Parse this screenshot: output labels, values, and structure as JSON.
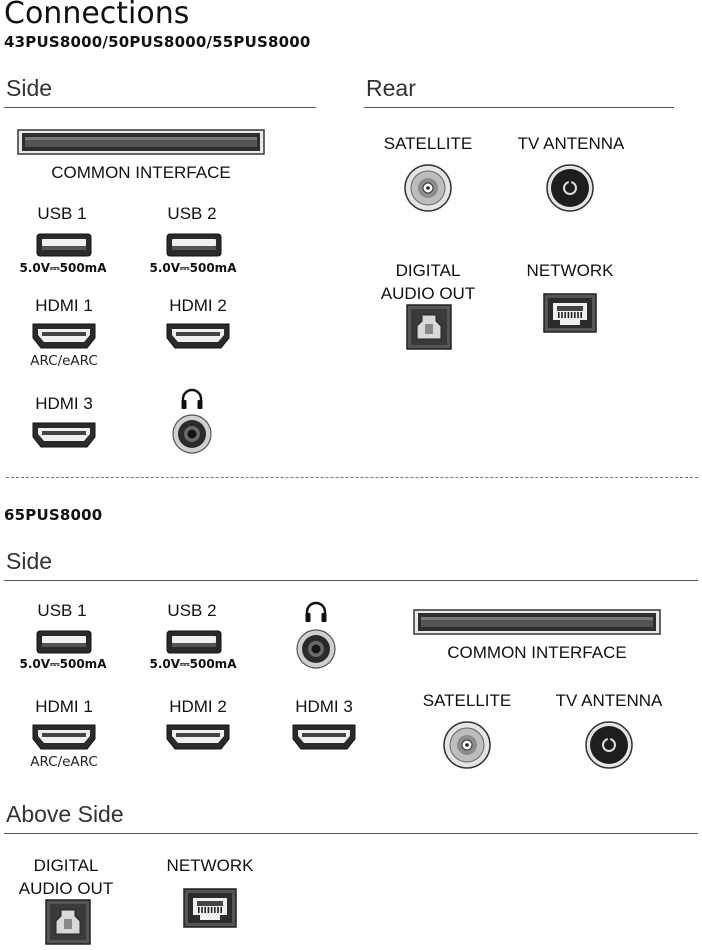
{
  "title": "Connections",
  "group1": {
    "models": "43PUS8000/50PUS8000/55PUS8000",
    "side": {
      "heading": "Side",
      "common_interface": "COMMON INTERFACE",
      "usb1": "USB 1",
      "usb2": "USB 2",
      "usb1_spec": "5.0V⎓500mA",
      "usb2_spec": "5.0V⎓500mA",
      "hdmi1": "HDMI 1",
      "hdmi1_sub": "ARC/eARC",
      "hdmi2": "HDMI 2",
      "hdmi3": "HDMI 3",
      "headphone_icon": "headphones-icon"
    },
    "rear": {
      "heading": "Rear",
      "satellite": "SATELLITE",
      "tv_antenna": "TV ANTENNA",
      "digital_audio_out_1": "DIGITAL",
      "digital_audio_out_2": "AUDIO OUT",
      "network": "NETWORK"
    }
  },
  "group2": {
    "models": "65PUS8000",
    "side": {
      "heading": "Side",
      "usb1": "USB 1",
      "usb2": "USB 2",
      "usb1_spec": "5.0V⎓500mA",
      "usb2_spec": "5.0V⎓500mA",
      "common_interface": "COMMON INTERFACE",
      "hdmi1": "HDMI 1",
      "hdmi1_sub": "ARC/eARC",
      "hdmi2": "HDMI 2",
      "hdmi3": "HDMI 3",
      "satellite": "SATELLITE",
      "tv_antenna": "TV ANTENNA",
      "headphone_icon": "headphones-icon"
    },
    "above_side": {
      "heading": "Above Side",
      "digital_audio_out_1": "DIGITAL",
      "digital_audio_out_2": "AUDIO OUT",
      "network": "NETWORK"
    }
  },
  "colors": {
    "port_dark": "#2b2b2b",
    "port_light": "#f2f2f2",
    "frame": "#9a9a9a"
  }
}
